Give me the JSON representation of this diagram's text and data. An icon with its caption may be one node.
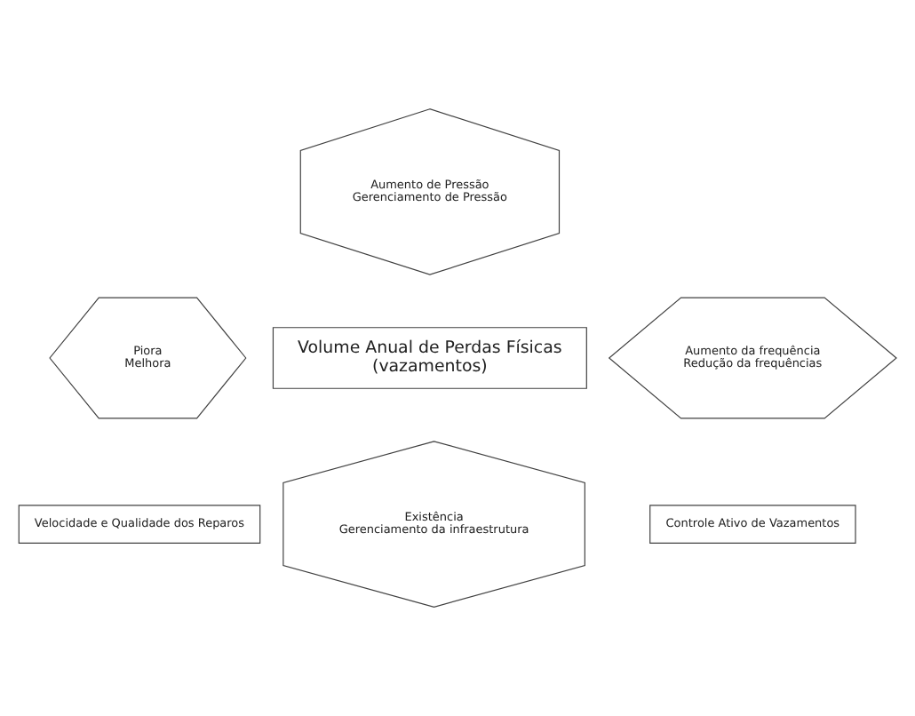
{
  "diagram": {
    "nodes": [
      {
        "text": [
          "Aumento de Pressão",
          "Gerenciamento de Pressão"
        ]
      },
      {
        "text": [
          "Piora",
          "Melhora"
        ]
      },
      {
        "text": [
          "Volume Anual de Perdas Físicas",
          "(vazamentos)"
        ]
      },
      {
        "text": [
          "Aumento da frequência",
          "Redução da frequências"
        ]
      },
      {
        "text": [
          "Velocidade e Qualidade dos Reparos"
        ]
      },
      {
        "text": [
          "Controle Ativo de Vazamentos"
        ]
      },
      {
        "text": [
          "Existência",
          "Gerenciamento da infraestrutura"
        ]
      }
    ]
  }
}
